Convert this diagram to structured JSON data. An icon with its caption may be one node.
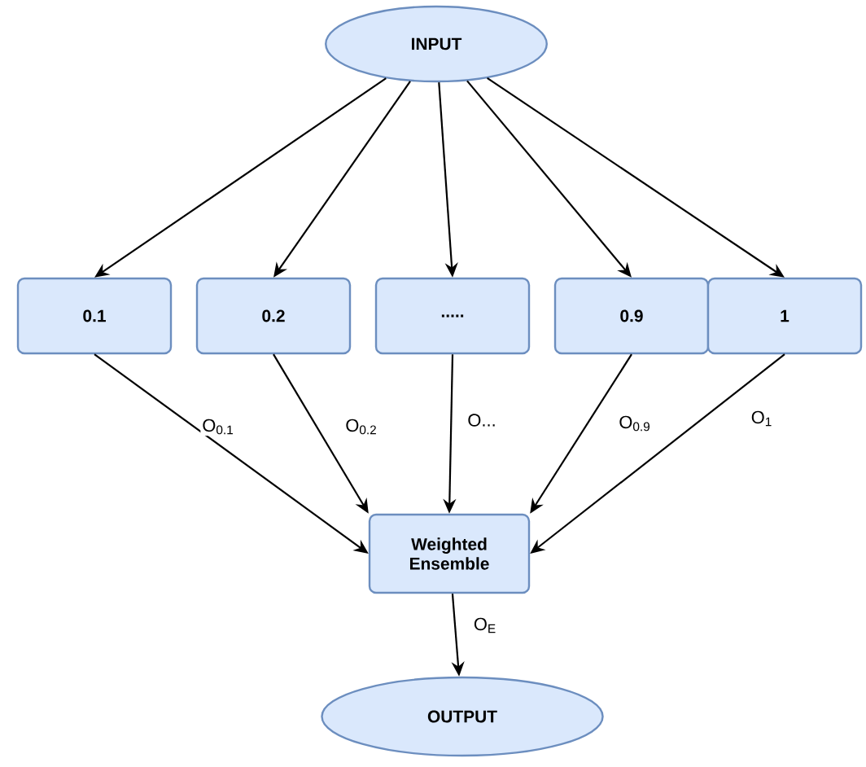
{
  "diagram": {
    "nodes": [
      {
        "text": [
          "INPUT"
        ]
      },
      {
        "text": [
          "0.1"
        ]
      },
      {
        "text": [
          "0.2"
        ]
      },
      {
        "text": [
          "....."
        ]
      },
      {
        "text": [
          "0.9"
        ]
      },
      {
        "text": [
          "1"
        ]
      },
      {
        "text": [
          "Weighted Ensemble"
        ]
      },
      {
        "text": [
          "OUTPUT"
        ]
      }
    ],
    "edges": [
      {
        "from": 0,
        "to": 1,
        "arrow": "to"
      },
      {
        "from": 0,
        "to": 2,
        "arrow": "to"
      },
      {
        "from": 0,
        "to": 3,
        "arrow": "to"
      },
      {
        "from": 0,
        "to": 4,
        "arrow": "to"
      },
      {
        "from": 0,
        "to": 5,
        "arrow": "to"
      },
      {
        "from": 1,
        "to": 6,
        "arrow": "to",
        "label": "O$_{0.1}$"
      },
      {
        "from": 2,
        "to": 6,
        "arrow": "to",
        "label": "O$_{0.2}$"
      },
      {
        "from": 3,
        "to": 6,
        "arrow": "to",
        "label": "O..."
      },
      {
        "from": 4,
        "to": 6,
        "arrow": "to",
        "label": "O$_{0.9}$"
      },
      {
        "from": 5,
        "to": 6,
        "arrow": "to",
        "label": "O$_{1}$"
      },
      {
        "from": 6,
        "to": 7,
        "arrow": "to",
        "label": "O$_{E}$"
      }
    ]
  }
}
